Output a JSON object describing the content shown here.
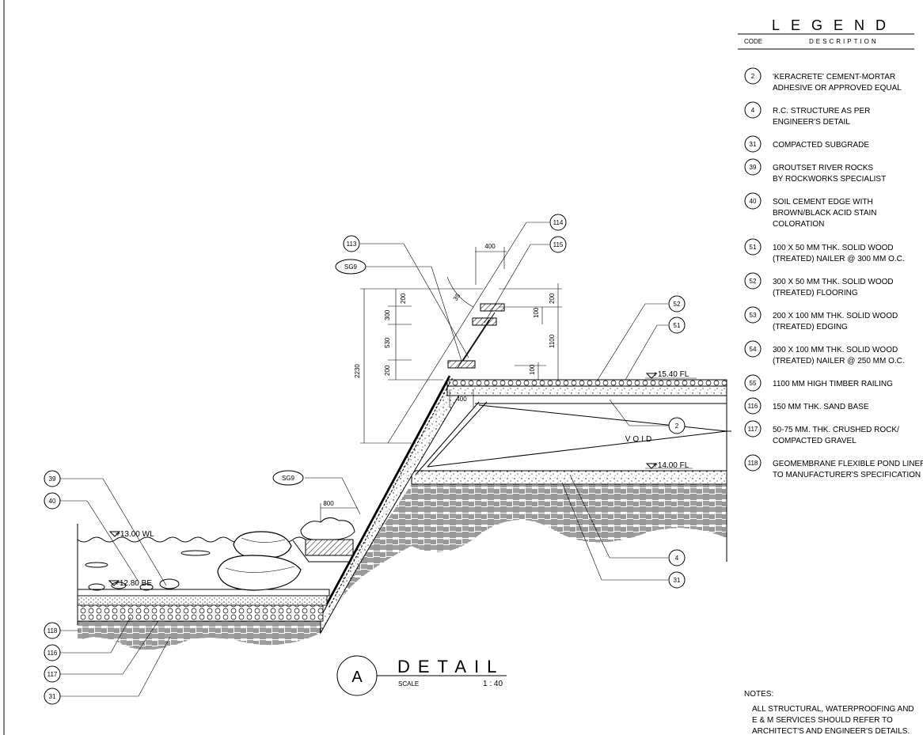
{
  "legend": {
    "title": "LEGEND",
    "code_header": "CODE",
    "description_header": "DESCRIPTION",
    "items": [
      {
        "code": "2",
        "lines": [
          "'KERACRETE' CEMENT-MORTAR",
          "ADHESIVE OR APPROVED EQUAL"
        ]
      },
      {
        "code": "4",
        "lines": [
          "R.C. STRUCTURE AS PER",
          "ENGINEER'S DETAIL"
        ]
      },
      {
        "code": "31",
        "lines": [
          "COMPACTED SUBGRADE"
        ]
      },
      {
        "code": "39",
        "lines": [
          "GROUTSET RIVER ROCKS",
          "BY ROCKWORKS SPECIALIST"
        ]
      },
      {
        "code": "40",
        "lines": [
          "SOIL CEMENT EDGE WITH",
          "BROWN/BLACK ACID STAIN",
          "COLORATION"
        ]
      },
      {
        "code": "51",
        "lines": [
          "100 X 50 MM THK. SOLID WOOD",
          "(TREATED) NAILER @ 300 MM O.C."
        ]
      },
      {
        "code": "52",
        "lines": [
          "300 X 50 MM THK. SOLID WOOD",
          "(TREATED) FLOORING"
        ]
      },
      {
        "code": "53",
        "lines": [
          "200 X 100 MM THK. SOLID WOOD",
          "(TREATED) EDGING"
        ]
      },
      {
        "code": "54",
        "lines": [
          "300 X 100 MM THK. SOLID WOOD",
          "(TREATED) NAILER @ 250 MM O.C."
        ]
      },
      {
        "code": "55",
        "lines": [
          "1100 MM HIGH TIMBER RAILING"
        ]
      },
      {
        "code": "116",
        "lines": [
          "150 MM  THK. SAND BASE"
        ]
      },
      {
        "code": "117",
        "lines": [
          "50-75 MM. THK. CRUSHED ROCK/",
          "COMPACTED GRAVEL"
        ]
      },
      {
        "code": "118",
        "lines": [
          "GEOMEMBRANE FLEXIBLE POND LINER",
          "TO MANUFACTURER'S SPECIFICATION"
        ]
      }
    ]
  },
  "callouts": {
    "c113": "113",
    "c114": "114",
    "c115": "115",
    "csg9a": "SG9",
    "csg9b": "SG9",
    "c52": "52",
    "c51": "51",
    "c2": "2",
    "c4": "4",
    "c31r": "31",
    "c39": "39",
    "c40": "40",
    "c118": "118",
    "c116": "116",
    "c117": "117",
    "c31l": "31"
  },
  "levels": {
    "fl_upper": "+15.40 FL",
    "fl_lower": "+14.00 FL",
    "wl": "+13.00 WL",
    "be": "+12.80 BE"
  },
  "dims": {
    "d400top": "400",
    "d200a": "200",
    "d300": "300",
    "d530": "530",
    "d200b": "200",
    "d2230": "2230",
    "d200r": "200",
    "d100a": "100",
    "d1100": "1100",
    "d100b": "100",
    "d400bot": "400",
    "d800": "800",
    "angle": "35"
  },
  "void_label": "VOID",
  "title_block": {
    "marker": "A",
    "title": "DETAIL",
    "scale_label": "SCALE",
    "scale_value": "1 : 40"
  },
  "notes": {
    "heading": "NOTES:",
    "lines": [
      "ALL STRUCTURAL, WATERPROOFING AND",
      "E & M SERVICES SHOULD REFER TO",
      "ARCHITECT'S AND ENGINEER'S DETAILS."
    ]
  }
}
